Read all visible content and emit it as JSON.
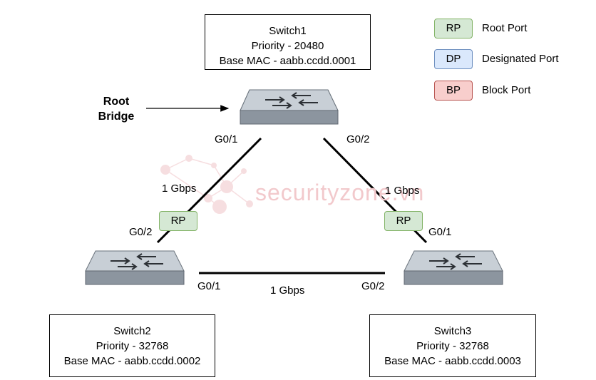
{
  "switches": [
    {
      "name": "Switch1",
      "priority": "Priority - 20480",
      "mac": "Base MAC - aabb.ccdd.0001"
    },
    {
      "name": "Switch2",
      "priority": "Priority - 32768",
      "mac": "Base MAC - aabb.ccdd.0002"
    },
    {
      "name": "Switch3",
      "priority": "Priority - 32768",
      "mac": "Base MAC - aabb.ccdd.0003"
    }
  ],
  "legend": [
    {
      "code": "RP",
      "label": "Root Port",
      "fill": "#d5e8d4",
      "stroke": "#82b366"
    },
    {
      "code": "DP",
      "label": "Designated Port",
      "fill": "#dae8fc",
      "stroke": "#6c8ebf"
    },
    {
      "code": "BP",
      "label": "Block Port",
      "fill": "#f8cecc",
      "stroke": "#b85450"
    }
  ],
  "root_bridge_label": [
    "Root",
    "Bridge"
  ],
  "links": [
    {
      "speed": "1 Gbps",
      "a_port": "G0/1",
      "b_port": "G0/2"
    },
    {
      "speed": "1 Gbps",
      "a_port": "G0/2",
      "b_port": "G0/1"
    },
    {
      "speed": "1 Gbps",
      "a_port": "G0/1",
      "b_port": "G0/2"
    }
  ],
  "port_roles": [
    "RP",
    "RP"
  ],
  "watermark": "securityzone.vn",
  "colors": {
    "switch_body": "#9aa3ad",
    "switch_top": "#c8cfd6",
    "line": "#000000"
  }
}
